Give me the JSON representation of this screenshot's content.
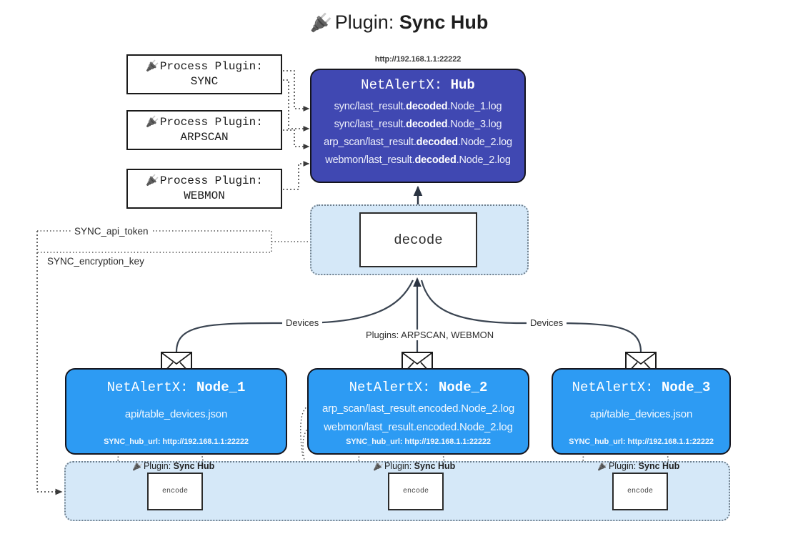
{
  "page": {
    "title_prefix": "Plugin:",
    "title_name": "Sync Hub",
    "plug_icon": "plug-icon"
  },
  "process_plugins": [
    {
      "line1": "Process Plugin:",
      "line2": "SYNC"
    },
    {
      "line1": "Process Plugin:",
      "line2": "ARPSCAN"
    },
    {
      "line1": "Process Plugin:",
      "line2": "WEBMON"
    }
  ],
  "hub": {
    "url": "http://192.168.1.1:22222",
    "title_prefix": "NetAlertX:",
    "title_name": "Hub",
    "lines": [
      {
        "pre": "sync/last_result.",
        "bold": "decoded",
        "post": ".Node_1.log"
      },
      {
        "pre": "sync/last_result.",
        "bold": "decoded",
        "post": ".Node_3.log"
      },
      {
        "pre": "arp_scan/last_result.",
        "bold": "decoded",
        "post": ".Node_2.log"
      },
      {
        "pre": "webmon/last_result.",
        "bold": "decoded",
        "post": ".Node_2.log"
      }
    ]
  },
  "decode": {
    "label": "decode"
  },
  "keys": {
    "api_token": "SYNC_api_token",
    "encryption_key": "SYNC_encryption_key"
  },
  "edge_labels": {
    "devices_left": "Devices",
    "devices_right": "Devices",
    "plugins_center": "Plugins: ARPSCAN, WEBMON"
  },
  "nodes": [
    {
      "title_prefix": "NetAlertX:",
      "title_name": "Node_1",
      "lines": [
        "api/table_devices.json"
      ],
      "url_key": "SYNC_hub_url:",
      "url_value": "http://192.168.1.1:22222"
    },
    {
      "title_prefix": "NetAlertX:",
      "title_name": "Node_2",
      "lines": [
        "arp_scan/last_result.encoded.Node_2.log",
        "webmon/last_result.encoded.Node_2.log"
      ],
      "url_key": "SYNC_hub_url:",
      "url_value": "http://192.168.1.1:22222"
    },
    {
      "title_prefix": "NetAlertX:",
      "title_name": "Node_3",
      "lines": [
        "api/table_devices.json"
      ],
      "url_key": "SYNC_hub_url:",
      "url_value": "http://192.168.1.1:22222"
    }
  ],
  "encoders": [
    {
      "label": "encode",
      "plugin_prefix": "Plugin:",
      "plugin_name": "Sync Hub"
    },
    {
      "label": "encode",
      "plugin_prefix": "Plugin:",
      "plugin_name": "Sync Hub"
    },
    {
      "label": "encode",
      "plugin_prefix": "Plugin:",
      "plugin_name": "Sync Hub"
    }
  ],
  "colors": {
    "hub_fill": "#4048b2",
    "node_fill": "#2d9bf3",
    "band_fill": "#d5e8f8",
    "stroke": "#15151e"
  }
}
